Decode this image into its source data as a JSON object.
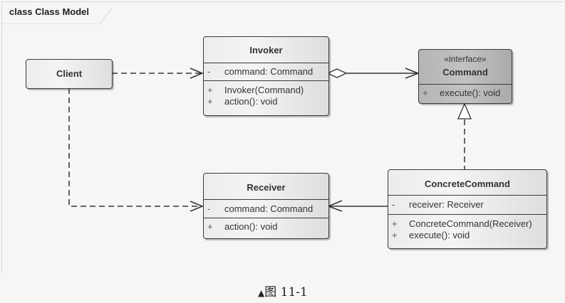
{
  "frame": {
    "title": "class Class Model"
  },
  "classes": {
    "client": {
      "name": "Client"
    },
    "invoker": {
      "name": "Invoker",
      "attributes": [
        {
          "visibility": "-",
          "text": "command: Command"
        }
      ],
      "operations": [
        {
          "visibility": "+",
          "text": "Invoker(Command)"
        },
        {
          "visibility": "+",
          "text": "action(): void"
        }
      ]
    },
    "command": {
      "stereotype": "«interface»",
      "name": "Command",
      "operations": [
        {
          "visibility": "+",
          "text": "execute(): void"
        }
      ]
    },
    "receiver": {
      "name": "Receiver",
      "attributes": [
        {
          "visibility": "-",
          "text": "command: Command"
        }
      ],
      "operations": [
        {
          "visibility": "+",
          "text": "action(): void"
        }
      ]
    },
    "concrete": {
      "name": "ConcreteCommand",
      "attributes": [
        {
          "visibility": "-",
          "text": "receiver: Receiver"
        }
      ],
      "operations": [
        {
          "visibility": "+",
          "text": "ConcreteCommand(Receiver)"
        },
        {
          "visibility": "+",
          "text": "execute(): void"
        }
      ]
    }
  },
  "relations": [
    {
      "from": "Client",
      "to": "Invoker",
      "type": "dependency"
    },
    {
      "from": "Client",
      "to": "Receiver",
      "type": "dependency"
    },
    {
      "from": "Invoker",
      "to": "Command",
      "type": "aggregation"
    },
    {
      "from": "ConcreteCommand",
      "to": "Command",
      "type": "realization"
    },
    {
      "from": "ConcreteCommand",
      "to": "Receiver",
      "type": "association"
    }
  ],
  "caption": {
    "marker": "▲",
    "text": "图 11-1"
  }
}
